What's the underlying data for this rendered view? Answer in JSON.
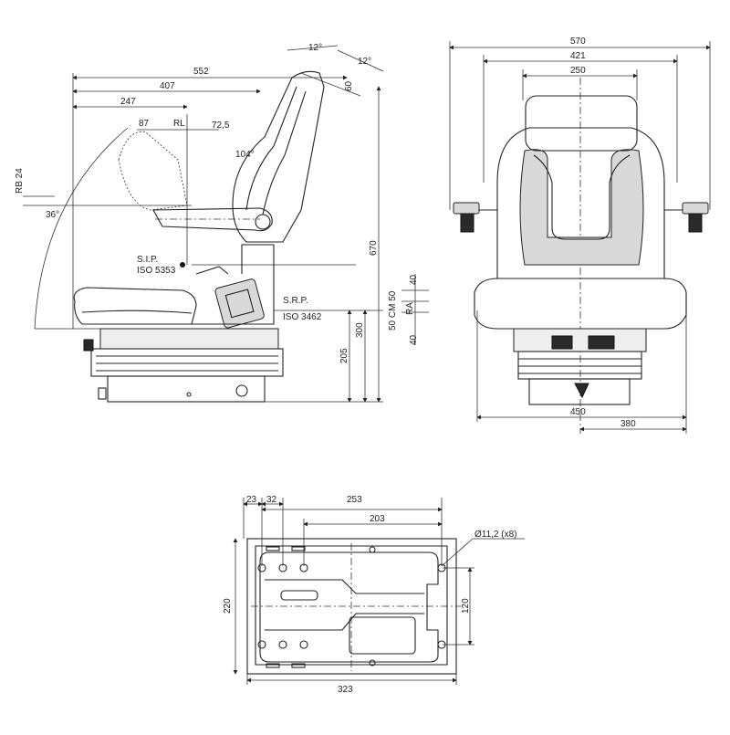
{
  "side_view": {
    "dims": {
      "angle_top": "12°",
      "angle_top2": "12°",
      "d552": "552",
      "d407": "407",
      "d247": "247",
      "d87": "87",
      "rl": "RL",
      "d72_5": "72,5",
      "d60": "60",
      "angle_104": "104°",
      "rb24": "RB 24",
      "angle_36": "36°",
      "sip": "S.I.P.",
      "iso5353": "ISO 5353",
      "srp": "S.R.P.",
      "iso3462": "ISO 3462",
      "d670": "670",
      "d300": "300",
      "d205": "205",
      "d40a": "40",
      "d50cm": "50 CM 50",
      "ra": "RA",
      "d40b": "40"
    }
  },
  "front_view": {
    "dims": {
      "d570": "570",
      "d421": "421",
      "d250": "250",
      "d450": "450",
      "d380": "380"
    }
  },
  "base_plate": {
    "dims": {
      "d23": "23",
      "d32": "32",
      "d253": "253",
      "d203": "203",
      "holes": "Ø11,2 (x8)",
      "d220": "220",
      "d120": "120",
      "d323": "323"
    }
  }
}
